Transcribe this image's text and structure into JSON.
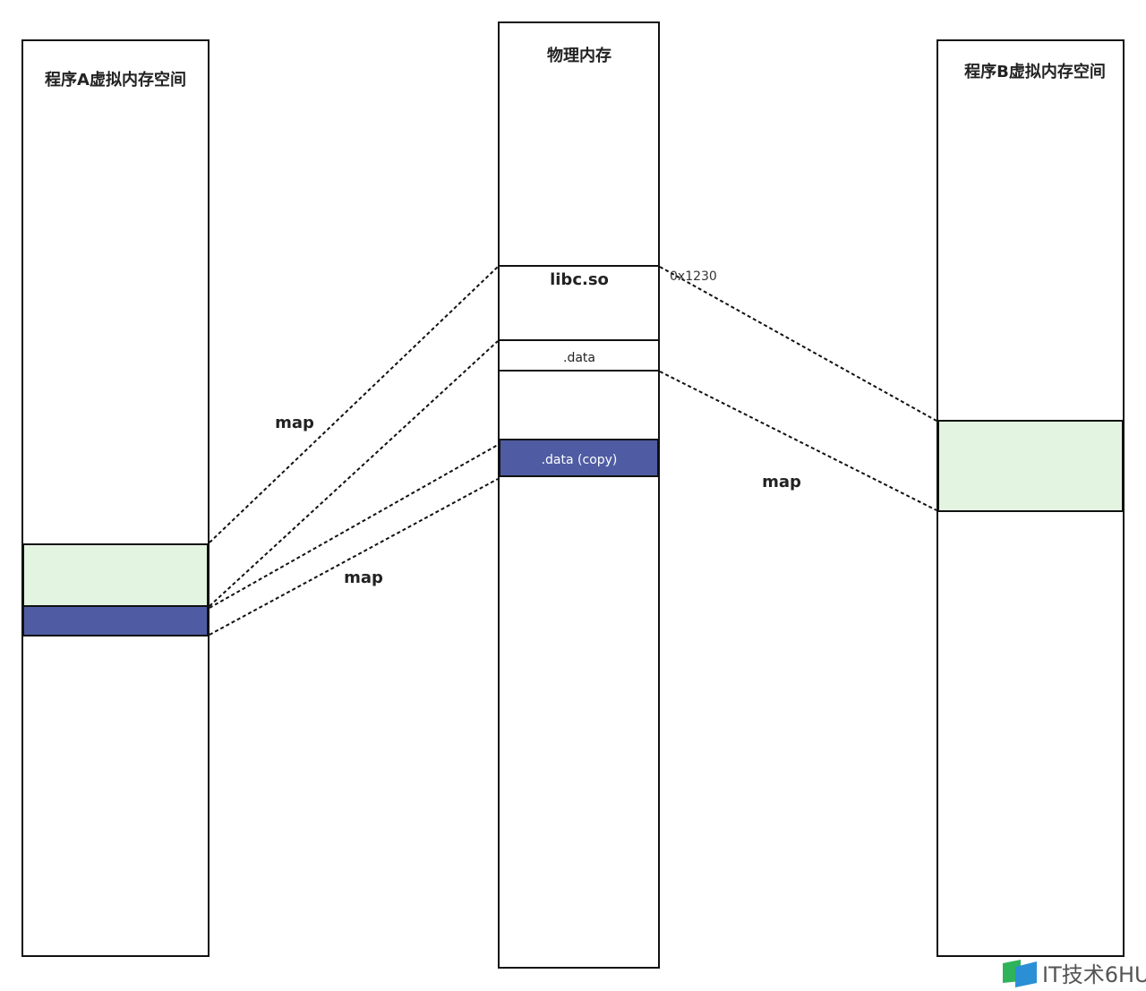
{
  "program_a": {
    "title": "程序A虚拟内存空间"
  },
  "physical_memory": {
    "title": "物理内存",
    "libc_label": "libc.so",
    "data_label": ".data",
    "data_copy_label": ".data (copy)",
    "address": "0x1230"
  },
  "program_b": {
    "title": "程序B虚拟内存空间"
  },
  "mappings": {
    "map_label_1": "map",
    "map_label_2": "map",
    "map_label_3": "map"
  },
  "watermark": {
    "text": "IT技术6HU"
  },
  "colors": {
    "shared_region": "#e3f4e1",
    "private_copy": "#4f5ca4",
    "border": "#111111"
  }
}
